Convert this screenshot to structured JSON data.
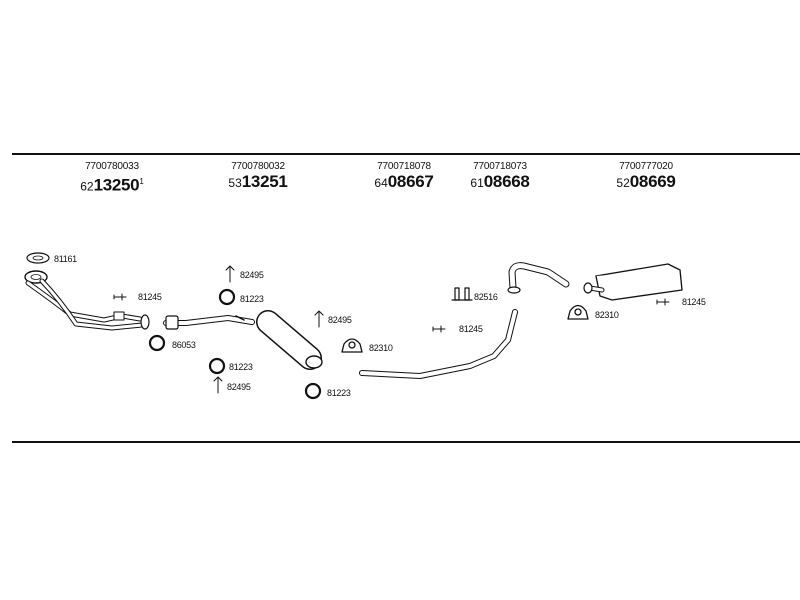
{
  "part_numbers": [
    {
      "oem": "7700780033",
      "prefix": "62",
      "code": "13250",
      "suffix": "1"
    },
    {
      "oem": "7700780032",
      "prefix": "53",
      "code": "13251",
      "suffix": ""
    },
    {
      "oem": "7700718078",
      "prefix": "64",
      "code": "08667",
      "suffix": ""
    },
    {
      "oem": "7700718073",
      "prefix": "61",
      "code": "08668",
      "suffix": ""
    },
    {
      "oem": "7700777020",
      "prefix": "52",
      "code": "08669",
      "suffix": ""
    }
  ],
  "accessory_labels": {
    "gasket_top": "81161",
    "clamp_1": "81245",
    "ring_1": "86053",
    "bracket_1": "82495",
    "ring_2": "81223",
    "ring_3": "81223",
    "bracket_2": "82495",
    "bracket_3": "82495",
    "clip_1": "82310",
    "ring_4": "81223",
    "clamp_2": "81245",
    "hanger_1": "82516",
    "clip_2": "82310",
    "clamp_3": "81245"
  }
}
